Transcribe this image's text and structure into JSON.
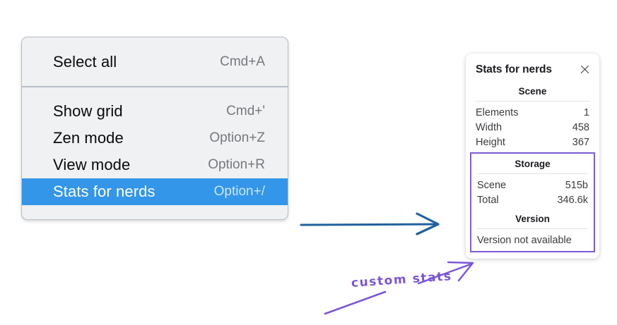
{
  "canvas": {
    "background": "#ffffff"
  },
  "context_menu": {
    "name": "context-menu",
    "highlight_color": "#3396e8",
    "groups": [
      {
        "items": [
          {
            "label": "Select all",
            "shortcut": "Cmd+A",
            "highlighted": false
          }
        ]
      },
      {
        "items": [
          {
            "label": "Show grid",
            "shortcut": "Cmd+'",
            "highlighted": false
          },
          {
            "label": "Zen mode",
            "shortcut": "Option+Z",
            "highlighted": false
          },
          {
            "label": "View mode",
            "shortcut": "Option+R",
            "highlighted": false
          },
          {
            "label": "Stats for nerds",
            "shortcut": "Option+/",
            "highlighted": true
          }
        ]
      }
    ]
  },
  "stats_panel": {
    "title": "Stats for nerds",
    "close_icon": "close-icon",
    "scene": {
      "heading": "Scene",
      "rows": [
        {
          "label": "Elements",
          "value": "1"
        },
        {
          "label": "Width",
          "value": "458"
        },
        {
          "label": "Height",
          "value": "367"
        }
      ]
    },
    "storage": {
      "heading": "Storage",
      "rows": [
        {
          "label": "Scene",
          "value": "515b"
        },
        {
          "label": "Total",
          "value": "346.6k"
        }
      ]
    },
    "version": {
      "heading": "Version",
      "text": "Version not available"
    },
    "highlight_border_color": "#7c5cd6"
  },
  "annotations": {
    "arrow_blue_color": "#21619f",
    "arrow_purple_color": "#7a55d8",
    "label": "custom stats"
  }
}
